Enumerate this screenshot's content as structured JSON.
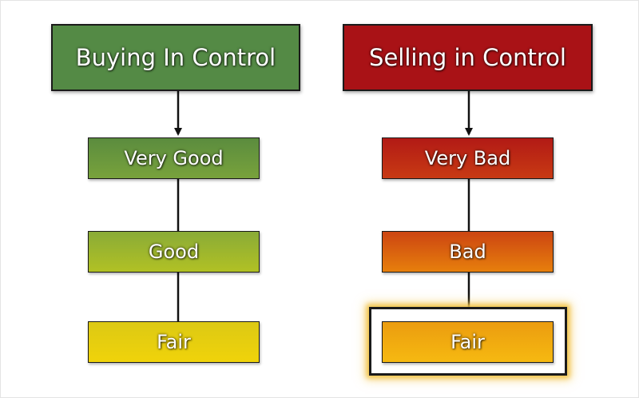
{
  "buying": {
    "header": "Buying In Control",
    "levels": [
      "Very Good",
      "Good",
      "Fair"
    ]
  },
  "selling": {
    "header": "Selling in Control",
    "levels": [
      "Very Bad",
      "Bad",
      "Fair"
    ]
  },
  "highlighted_level": "selling.levels.2",
  "colors": {
    "buying_header": "#548a45",
    "selling_header": "#a91216",
    "highlight_glow": "#f2c44a"
  }
}
